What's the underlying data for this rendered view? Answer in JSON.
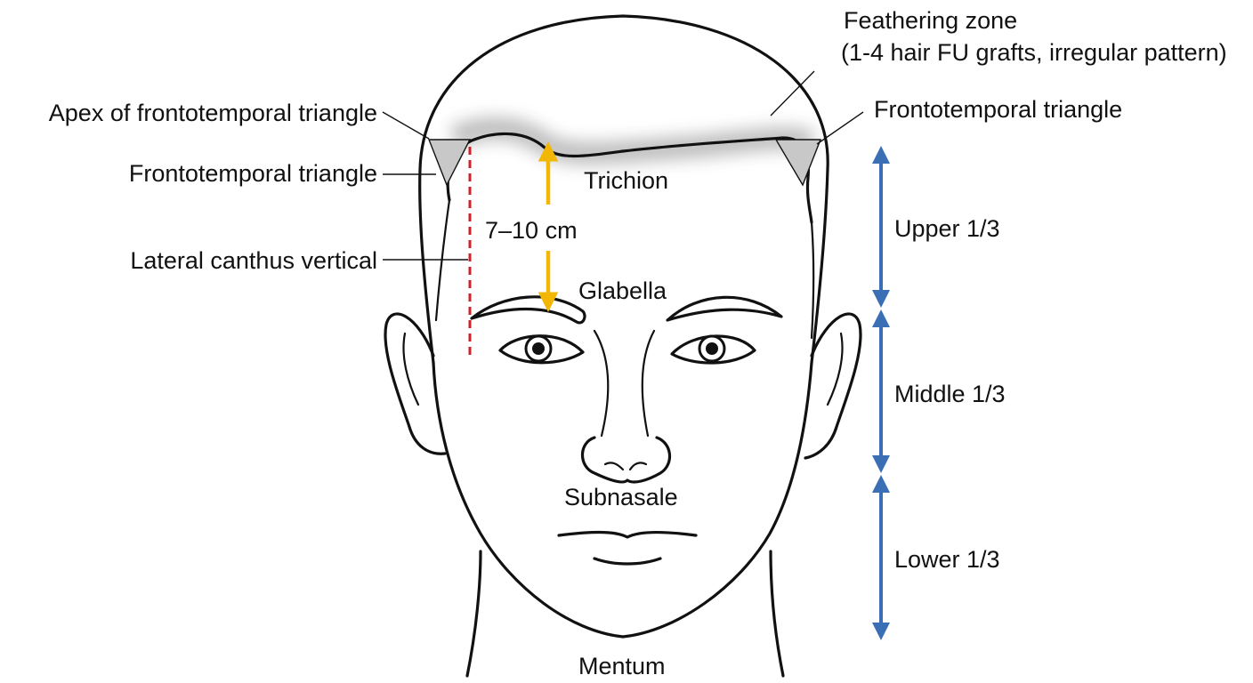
{
  "labels": {
    "feathering_zone_title": "Feathering zone",
    "feathering_zone_detail": "(1-4 hair FU grafts, irregular pattern)",
    "apex_frontotemporal": "Apex of frontotemporal triangle",
    "frontotemporal_left": "Frontotemporal triangle",
    "frontotemporal_right": "Frontotemporal triangle",
    "trichion": "Trichion",
    "distance": "7–10 cm",
    "lateral_canthus": "Lateral canthus vertical",
    "glabella": "Glabella",
    "subnasale": "Subnasale",
    "mentum": "Mentum",
    "upper_third": "Upper 1/3",
    "middle_third": "Middle 1/3",
    "lower_third": "Lower 1/3"
  },
  "colors": {
    "line": "#111111",
    "measure_arrow": "#f2b705",
    "thirds_arrow": "#3a6fb5",
    "canthus_line": "#d0202a",
    "triangle_fill": "#c8c8c8",
    "feather_shade": "#8a8a8a"
  }
}
